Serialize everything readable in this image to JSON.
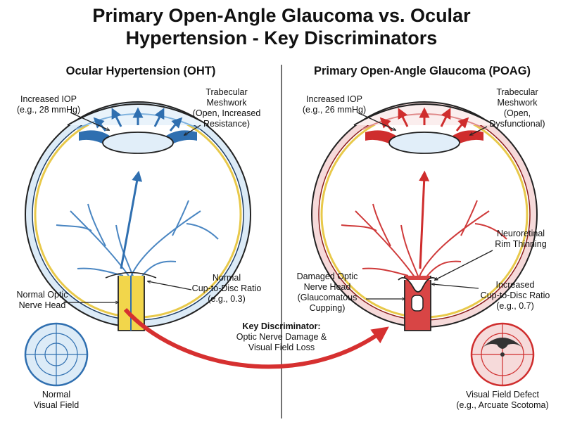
{
  "title": {
    "line1": "Primary Open-Angle Glaucoma vs. Ocular",
    "line2": "Hypertension - Key Discriminators"
  },
  "left": {
    "heading": "Ocular Hypertension (OHT)",
    "iop": [
      "Increased IOP",
      "(e.g., 28 mmHg)"
    ],
    "meshwork": [
      "Trabecular",
      "Meshwork",
      "(Open, Increased",
      "Resistance)"
    ],
    "cup_disc": [
      "Normal",
      "Cup-to-Disc Ratio",
      "(e.g., 0.3)"
    ],
    "nerve_head": [
      "Normal Optic",
      "Nerve Head"
    ],
    "visual_field": [
      "Normal",
      "Visual Field"
    ]
  },
  "right": {
    "heading": "Primary Open-Angle Glaucoma (POAG)",
    "iop": [
      "Increased IOP",
      "(e.g., 26 mmHg)"
    ],
    "meshwork": [
      "Trabecular",
      "Meshwork",
      "(Open,",
      "Dysfunctional)"
    ],
    "rim": [
      "Neuroretinal",
      "Rim Thinning"
    ],
    "damaged": [
      "Damaged Optic",
      "Nerve Head",
      "(Glaucomatous",
      "Cupping)"
    ],
    "cup_disc": [
      "Increased",
      "Cup-to-Disc Ratio",
      "(e.g., 0.7)"
    ],
    "visual_field": [
      "Visual Field Defect",
      "(e.g., Arcuate Scotoma)"
    ]
  },
  "key": {
    "label": "Key Discriminator:",
    "lines": [
      "Optic Nerve Damage &",
      "Visual Field Loss"
    ]
  },
  "colors": {
    "oht_blue": "#2f6fb0",
    "poag_red": "#cf2d2d",
    "yellow_nerve": "#f2d64b",
    "sclera_fill": "#dcebf7",
    "poag_fill": "#f6dada",
    "arrow_red": "#d63030"
  },
  "icons": [
    "oht-eye-diagram",
    "poag-eye-diagram",
    "normal-visual-field-icon",
    "arcuate-scotoma-field-icon",
    "discriminator-arrow"
  ]
}
